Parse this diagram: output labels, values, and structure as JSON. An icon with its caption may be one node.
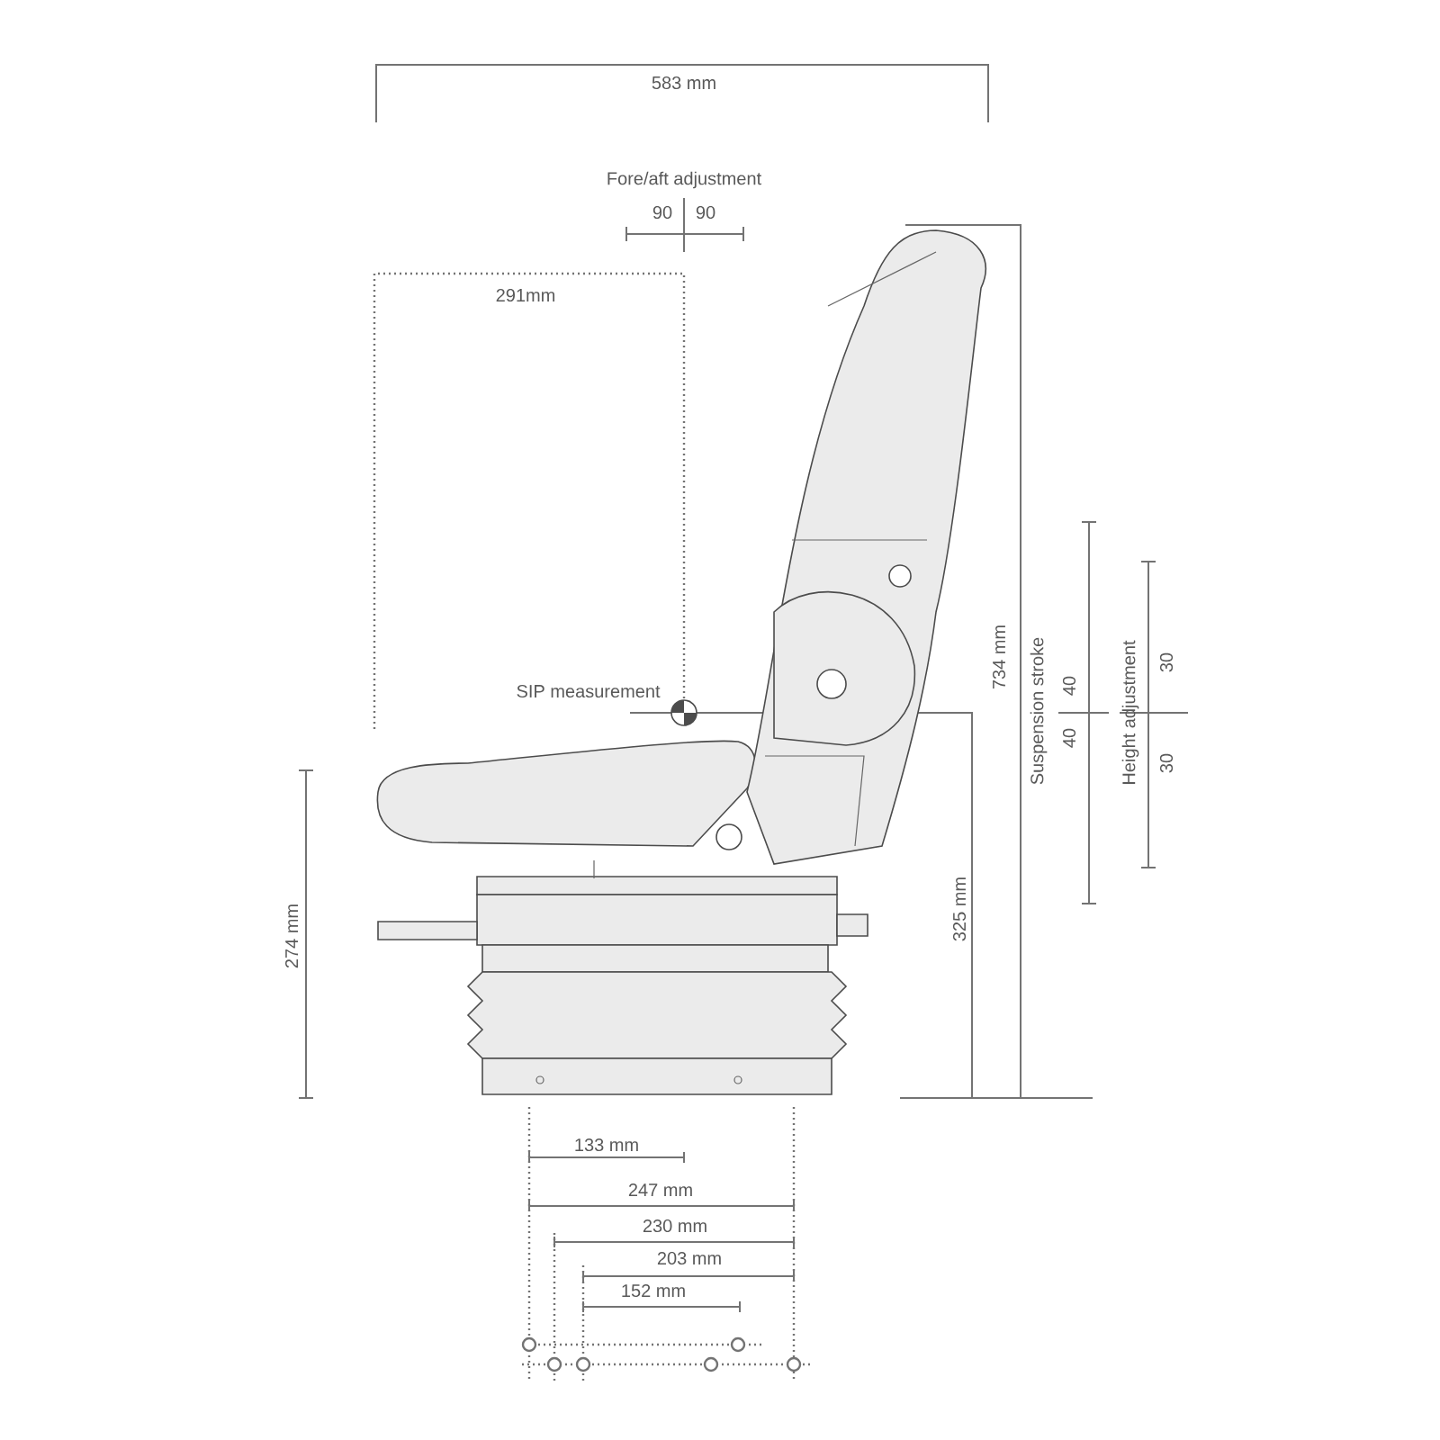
{
  "diagram": {
    "labels": [
      "583 mm",
      "Fore/aft adjustment",
      "90",
      "90",
      "291mm",
      "SIP measurement",
      "734 mm",
      "Suspension stroke",
      "40",
      "40",
      "Height adjustment",
      "30",
      "30",
      "274 mm",
      "325 mm",
      "133 mm",
      "247 mm",
      "230 mm",
      "203 mm",
      "152 mm"
    ]
  }
}
